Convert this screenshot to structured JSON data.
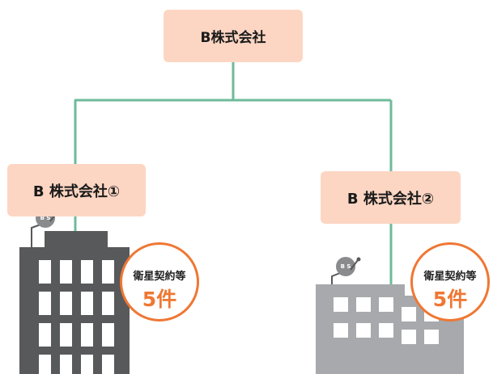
{
  "parent_company": {
    "label": "B株式会社"
  },
  "subsidiaries": [
    {
      "label": "B 株式会社①",
      "badge_label": "衛星契約等",
      "badge_count": "5件",
      "dish_text": "B S"
    },
    {
      "label": "B 株式会社②",
      "badge_label": "衛星契約等",
      "badge_count": "5件",
      "dish_text": "B S"
    }
  ],
  "colors": {
    "connector": "#6dbb9a",
    "box_fill": "#fcd6c3",
    "badge_accent": "#ef7733",
    "building_dark": "#58595b",
    "building_light": "#a7a9ac"
  }
}
